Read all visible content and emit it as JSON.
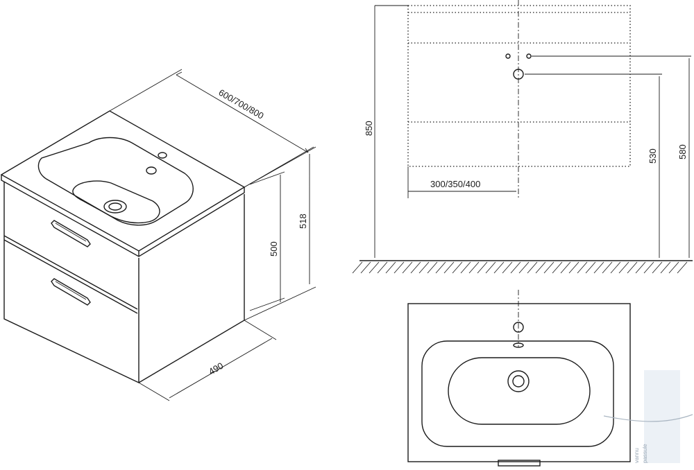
{
  "isometric_view": {
    "width_label": "600/700/800",
    "depth_label": "490",
    "height_body_label": "500",
    "height_total_label": "518"
  },
  "front_view": {
    "total_height_label": "850",
    "basin_top_label": "580",
    "drain_label": "530",
    "offset_label": "300/350/400"
  },
  "watermark": {
    "line1": "vannu",
    "line2": "passule"
  }
}
